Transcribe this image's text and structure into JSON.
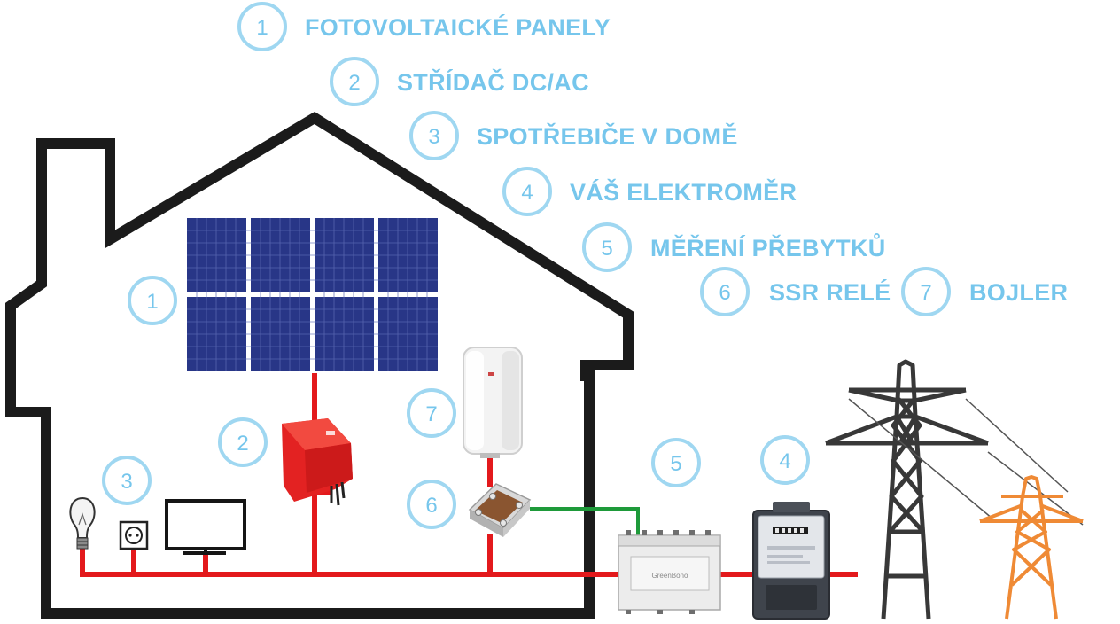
{
  "legend": [
    {
      "num": "1",
      "label": "FOTOVOLTAICKÉ PANELY"
    },
    {
      "num": "2",
      "label": "STŘÍDAČ DC/AC"
    },
    {
      "num": "3",
      "label": "SPOTŘEBIČE V DOMĚ"
    },
    {
      "num": "4",
      "label": "VÁŠ ELEKTROMĚR"
    },
    {
      "num": "5",
      "label": "MĚŘENÍ PŘEBYTKŮ"
    },
    {
      "num": "6",
      "label": "SSR RELÉ"
    },
    {
      "num": "7",
      "label": "BOJLER"
    }
  ],
  "markers": {
    "panels": "1",
    "inverter": "2",
    "appliances": "3",
    "meter": "4",
    "surplus_meter": "5",
    "ssr_relay": "6",
    "boiler": "7"
  },
  "icons": {
    "panels": "solar-panel-icon",
    "inverter": "inverter-icon",
    "bulb": "light-bulb-icon",
    "socket": "socket-icon",
    "tv": "tv-icon",
    "boiler": "boiler-icon",
    "relay": "ssr-relay-icon",
    "surplus_meter": "din-meter-icon",
    "meter": "electricity-meter-icon",
    "pylons": "power-pylon-icon"
  },
  "device_text": {
    "din_meter": "GreenBono"
  },
  "colors": {
    "accent": "#76c6ec",
    "wire_power": "#e3191c",
    "wire_signal": "#1e9a3a",
    "house_outline": "#1b1b1b",
    "panel_cells": "#283687",
    "inverter": "#e32222",
    "pylon_back": "#383838",
    "pylon_front": "#ef8a35"
  }
}
